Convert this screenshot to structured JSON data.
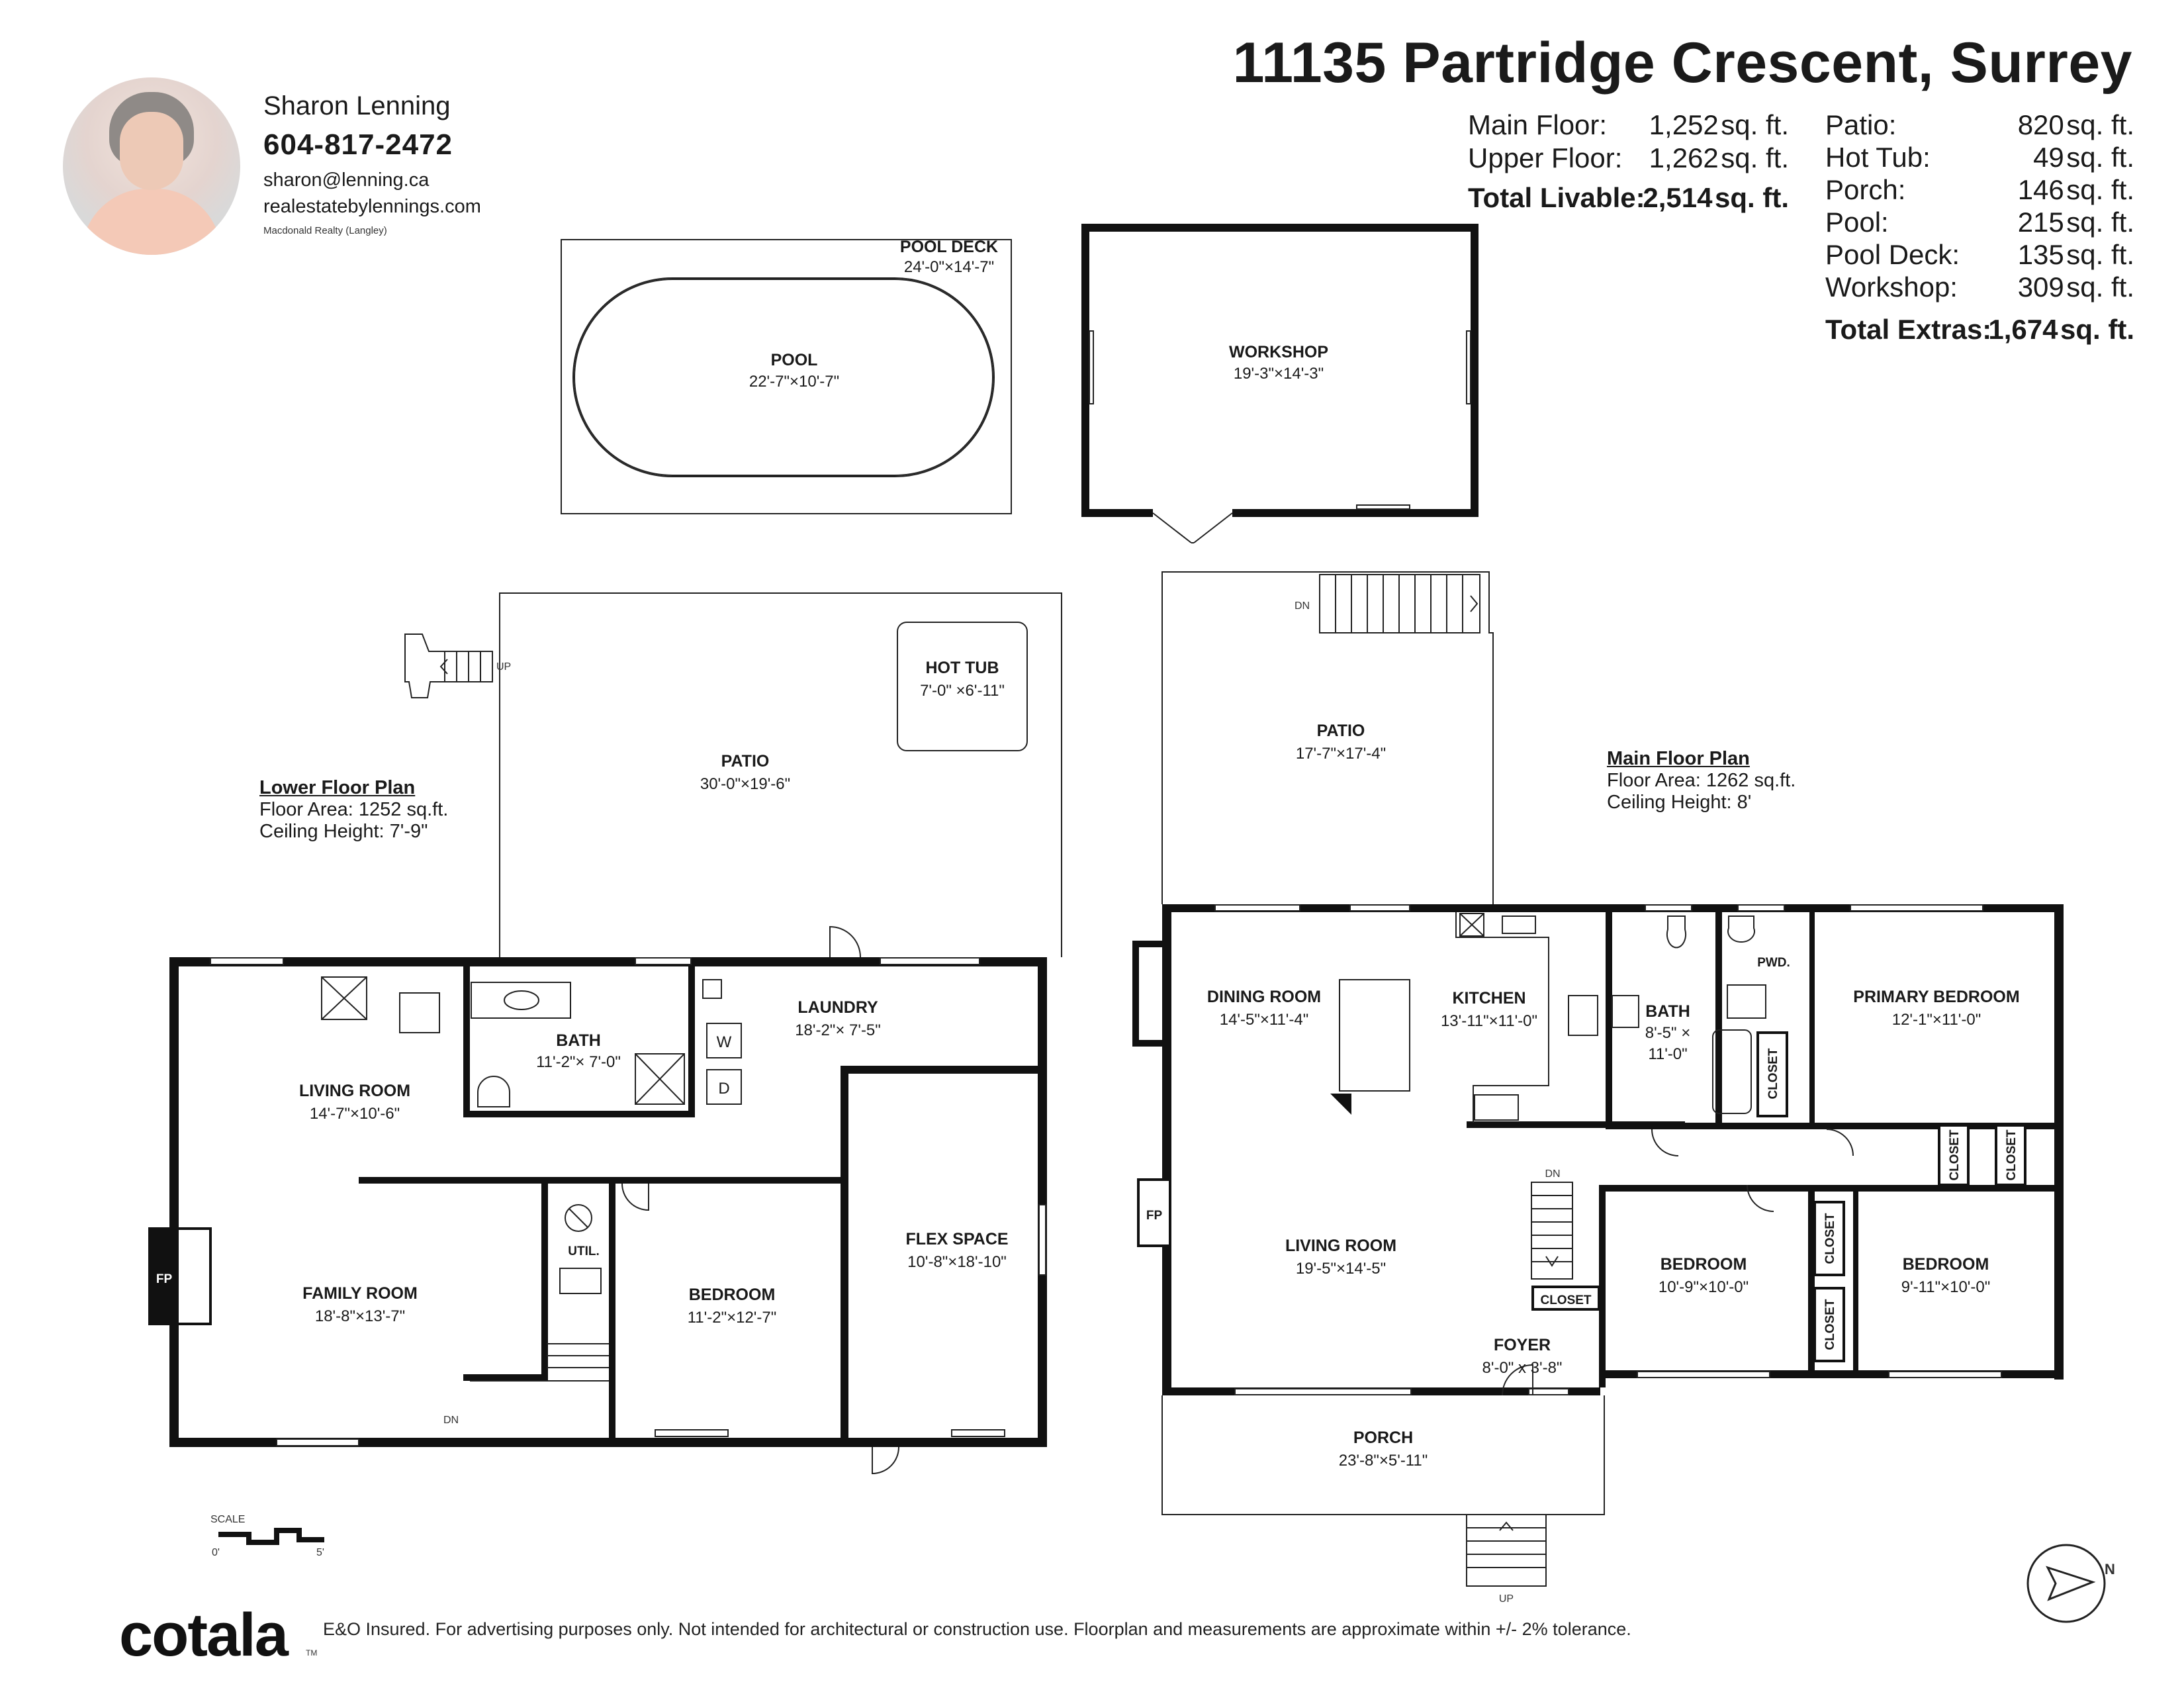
{
  "header": {
    "address": "11135 Partridge Crescent, Surrey"
  },
  "agent": {
    "name": "Sharon Lenning",
    "phone": "604-817-2472",
    "email": "sharon@lenning.ca",
    "website": "realestatebylennings.com",
    "brokerage": "Macdonald Realty (Langley)"
  },
  "areas": {
    "livable": [
      {
        "label": "Main Floor:",
        "value": "1,252",
        "unit": "sq. ft."
      },
      {
        "label": "Upper Floor:",
        "value": "1,262",
        "unit": "sq. ft."
      }
    ],
    "livable_total": {
      "label": "Total Livable:",
      "value": "2,514",
      "unit": "sq. ft."
    },
    "extras": [
      {
        "label": "Patio:",
        "value": "820",
        "unit": "sq. ft."
      },
      {
        "label": "Hot Tub:",
        "value": "49",
        "unit": "sq. ft."
      },
      {
        "label": "Porch:",
        "value": "146",
        "unit": "sq. ft."
      },
      {
        "label": "Pool:",
        "value": "215",
        "unit": "sq. ft."
      },
      {
        "label": "Pool Deck:",
        "value": "135",
        "unit": "sq. ft."
      },
      {
        "label": "Workshop:",
        "value": "309",
        "unit": "sq. ft."
      }
    ],
    "extras_total": {
      "label": "Total Extras:",
      "value": "1,674",
      "unit": "sq. ft."
    }
  },
  "lower_plan": {
    "title": "Lower Floor Plan",
    "floor_area": "Floor Area: 1252 sq.ft.",
    "ceiling": "Ceiling Height: 7'-9\""
  },
  "main_plan": {
    "title": "Main Floor Plan",
    "floor_area": "Floor Area: 1262 sq.ft.",
    "ceiling": "Ceiling Height: 8'"
  },
  "rooms": {
    "pool_deck": {
      "name": "POOL DECK",
      "dim": "24'-0\"×14'-7\""
    },
    "pool": {
      "name": "POOL",
      "dim": "22'-7\"×10'-7\""
    },
    "workshop": {
      "name": "WORKSHOP",
      "dim": "19'-3\"×14'-3\""
    },
    "hot_tub": {
      "name": "HOT TUB",
      "dim": "7'-0\" ×6'-11\""
    },
    "lower_patio": {
      "name": "PATIO",
      "dim": "30'-0\"×19'-6\""
    },
    "upper_patio": {
      "name": "PATIO",
      "dim": "17'-7\"×17'-4\""
    },
    "lower_living": {
      "name": "LIVING ROOM",
      "dim": "14'-7\"×10'-6\""
    },
    "lower_bath": {
      "name": "BATH",
      "dim": "11'-2\"× 7'-0\""
    },
    "laundry": {
      "name": "LAUNDRY",
      "dim": "18'-2\"× 7'-5\""
    },
    "family": {
      "name": "FAMILY ROOM",
      "dim": "18'-8\"×13'-7\""
    },
    "lower_bedroom": {
      "name": "BEDROOM",
      "dim": "11'-2\"×12'-7\""
    },
    "flex": {
      "name": "FLEX SPACE",
      "dim": "10'-8\"×18'-10\""
    },
    "util": {
      "name": "UTIL."
    },
    "dining": {
      "name": "DINING ROOM",
      "dim": "14'-5\"×11'-4\""
    },
    "kitchen": {
      "name": "KITCHEN",
      "dim": "13'-11\"×11'-0\""
    },
    "main_bath": {
      "name": "BATH",
      "dim1": "8'-5\" ×",
      "dim2": "11'-0\""
    },
    "pwd": {
      "name": "PWD."
    },
    "primary": {
      "name": "PRIMARY BEDROOM",
      "dim": "12'-1\"×11'-0\""
    },
    "main_living": {
      "name": "LIVING ROOM",
      "dim": "19'-5\"×14'-5\""
    },
    "bedroom_2": {
      "name": "BEDROOM",
      "dim": "10'-9\"×10'-0\""
    },
    "bedroom_3": {
      "name": "BEDROOM",
      "dim": "9'-11\"×10'-0\""
    },
    "foyer": {
      "name": "FOYER",
      "dim": "8'-0\" x 3'-8\""
    },
    "porch": {
      "name": "PORCH",
      "dim": "23'-8\"×5'-11\""
    }
  },
  "fixtures": {
    "closet": "CLOSET",
    "fp": "FP",
    "washer": "W",
    "dryer": "D",
    "dn": "DN",
    "up": "UP"
  },
  "scale": {
    "label": "SCALE",
    "min": "0'",
    "max": "5'"
  },
  "compass": {
    "letter": "N"
  },
  "footer": {
    "logo": "cotala",
    "trademark": "TM",
    "disclaimer": "E&O Insured. For advertising purposes only. Not intended for architectural or construction use. Floorplan and measurements are approximate within +/- 2% tolerance."
  }
}
